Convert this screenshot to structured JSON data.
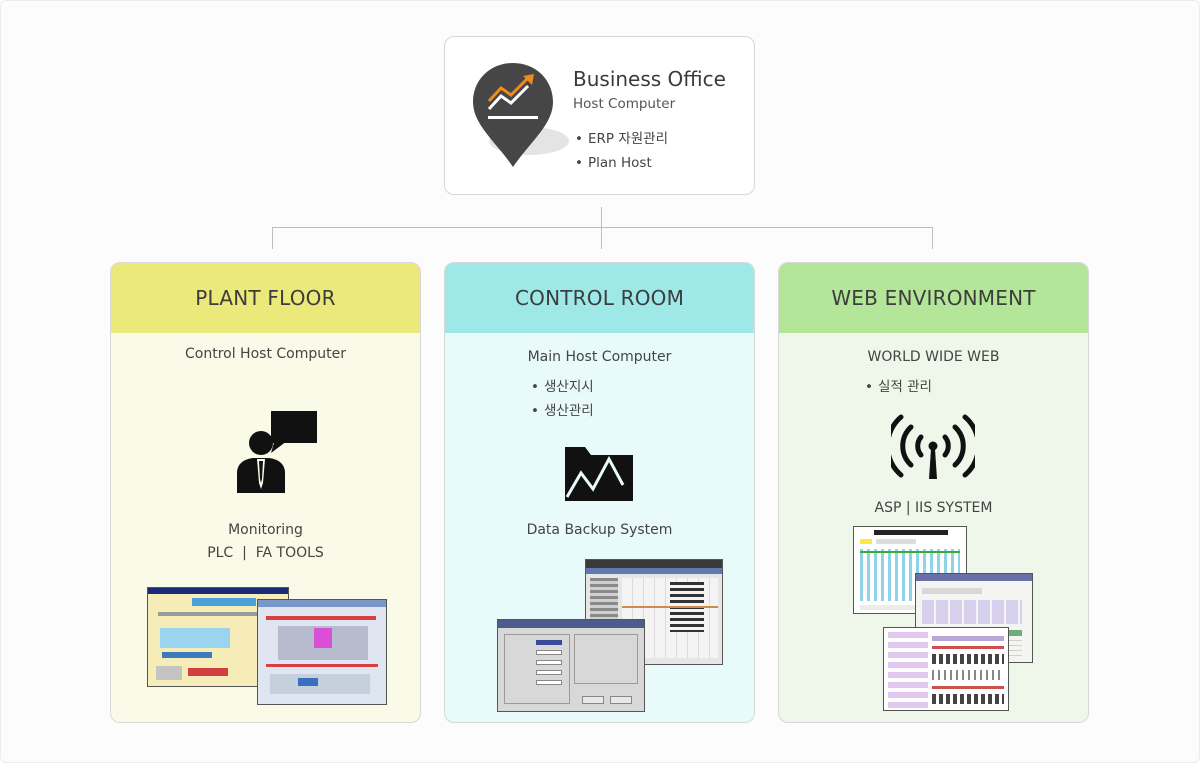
{
  "top": {
    "title": "Business Office",
    "subtitle": "Host Computer",
    "bullets": [
      "ERP 자원관리",
      "Plan Host"
    ]
  },
  "plant": {
    "heading": "PLANT FLOOR",
    "subtitle": "Control Host Computer",
    "monitoring": "Monitoring",
    "tools": "PLC  |  FA TOOLS"
  },
  "control": {
    "heading": "CONTROL ROOM",
    "subtitle": "Main Host Computer",
    "bullets": [
      "생산지시",
      "생산관리"
    ],
    "backup": "Data Backup System"
  },
  "web": {
    "heading": "WEB ENVIRONMENT",
    "subtitle": "WORLD WIDE WEB",
    "bullets": [
      "실적 관리"
    ],
    "system": "ASP | IIS SYSTEM"
  },
  "colors": {
    "plant_header": "#eae97a",
    "control_header": "#9ee8e8",
    "web_header": "#b4e69a",
    "accent_orange": "#f08a1c"
  }
}
